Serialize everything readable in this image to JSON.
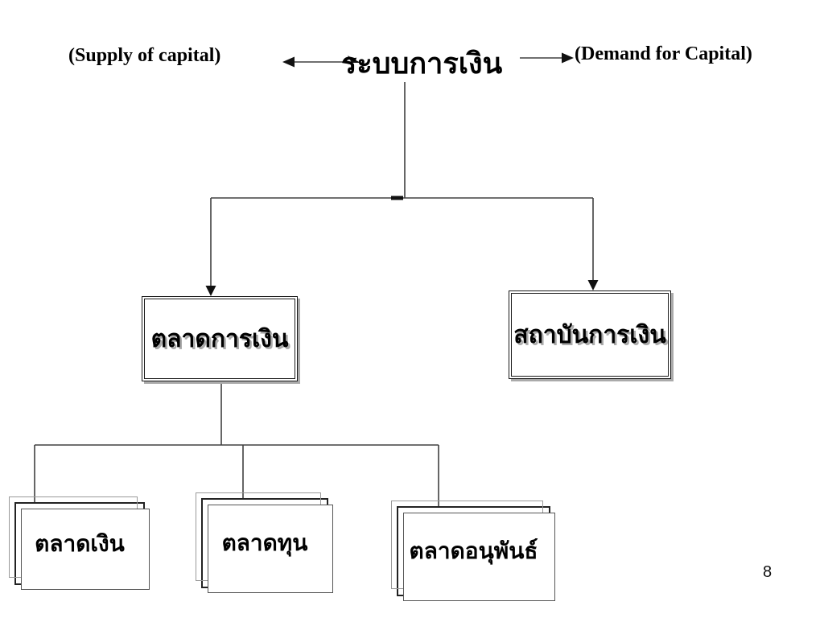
{
  "page": {
    "number": "8"
  },
  "diagram": {
    "supply_label": "(Supply of capital)",
    "root_label": "ระบบการเงิน",
    "demand_label": "(Demand for Capital)",
    "level1": [
      {
        "label": "ตลาดการเงิน"
      },
      {
        "label": "สถาบันการเงิน"
      }
    ],
    "level2": [
      {
        "label": "ตลาดเงิน"
      },
      {
        "label": "ตลาดทุน"
      },
      {
        "label": "ตลาดอนุพันธ์"
      }
    ],
    "colors": {
      "line": "#404040",
      "arrowhead": "#111111",
      "text": "#000000",
      "box_shadow": "#aaaaaa",
      "background": "#ffffff"
    }
  }
}
